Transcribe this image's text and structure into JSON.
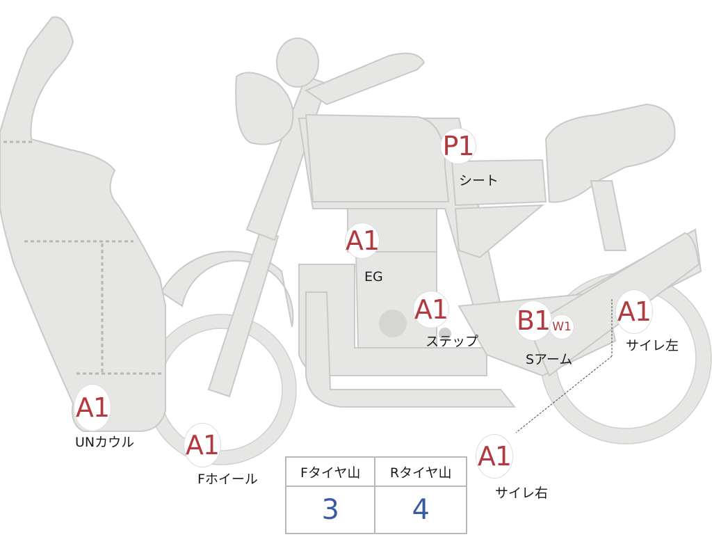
{
  "parts": {
    "seat": {
      "grade": "P1",
      "label": "シート"
    },
    "engine": {
      "grade": "A1",
      "label": "EG"
    },
    "step": {
      "grade": "A1",
      "label": "ステップ"
    },
    "swing_arm": {
      "grade": "B1",
      "sub_grade": "W1",
      "label": "Sアーム"
    },
    "muffler_left": {
      "grade": "A1",
      "label": "サイレ左"
    },
    "muffler_right": {
      "grade": "A1",
      "label": "サイレ右"
    },
    "under_cowl": {
      "grade": "A1",
      "label": "UNカウル"
    },
    "front_wheel": {
      "grade": "A1",
      "label": "Fホイール"
    }
  },
  "tire_tread": {
    "front_header": "Fタイヤ山",
    "rear_header": "Rタイヤ山",
    "front_value": "3",
    "rear_value": "4"
  },
  "colors": {
    "body_fill": "#e6e6e4",
    "outline": "#c9c9c7",
    "grade_text": "#b2393f",
    "value_text": "#3a5aa0"
  }
}
